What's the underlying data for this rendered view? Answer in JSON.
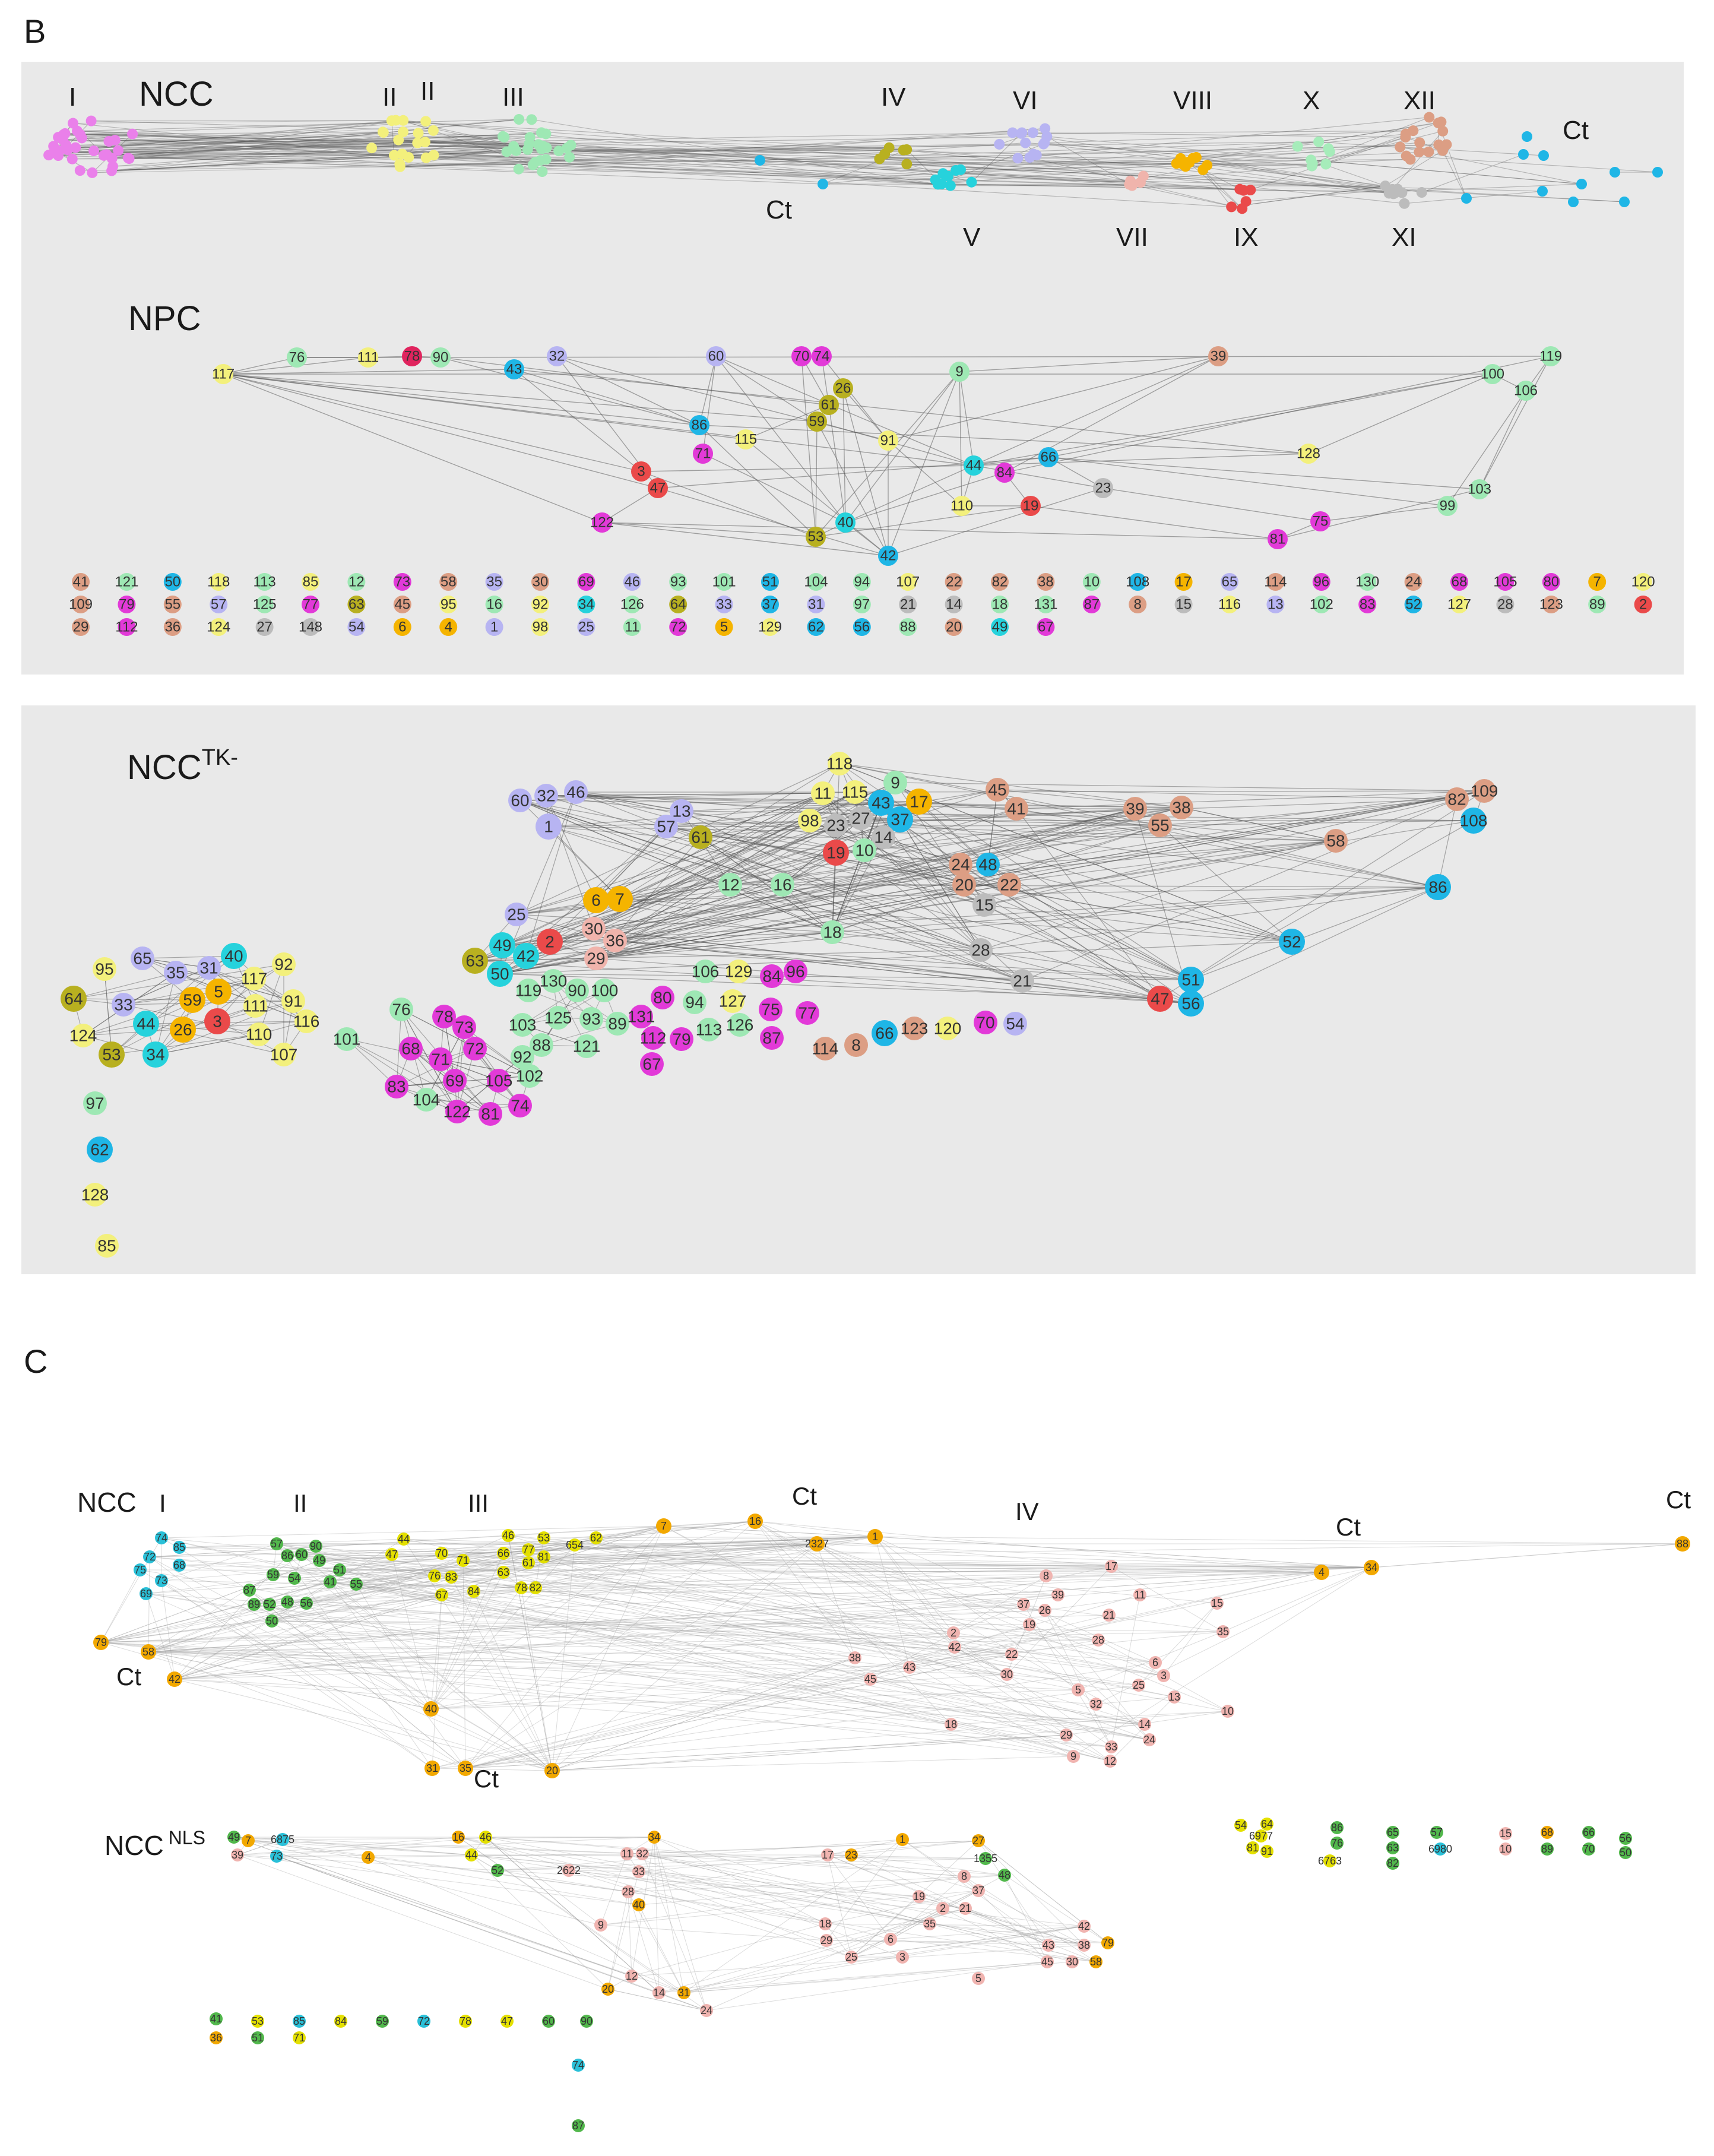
{
  "panels": {
    "B": {
      "label": "B",
      "ncc": {
        "title": "NCC",
        "clusters": [
          "I",
          "II",
          "II",
          "III",
          "Ct",
          "IV",
          "V",
          "VI",
          "VII",
          "VIII",
          "IX",
          "X",
          "XI",
          "XII",
          "Ct"
        ]
      },
      "npc": {
        "title": "NPC",
        "nodes": [
          "117",
          "76",
          "111",
          "78",
          "90",
          "43",
          "32",
          "60",
          "70",
          "74",
          "39",
          "9",
          "100",
          "119",
          "106",
          "26",
          "61",
          "59",
          "86",
          "71",
          "115",
          "91",
          "128",
          "3",
          "47",
          "44",
          "84",
          "66",
          "23",
          "103",
          "99",
          "122",
          "53",
          "40",
          "42",
          "110",
          "19",
          "81",
          "75"
        ],
        "isolated_rows": [
          [
            "41",
            "121",
            "50",
            "118",
            "113",
            "85",
            "12",
            "73",
            "58",
            "35",
            "30",
            "69",
            "46",
            "93",
            "101",
            "51",
            "104",
            "94",
            "107",
            "22",
            "82",
            "38",
            "10",
            "108",
            "17",
            "65",
            "114",
            "96",
            "130",
            "24",
            "68",
            "105",
            "80",
            "7",
            "120"
          ],
          [
            "109",
            "79",
            "55",
            "57",
            "125",
            "77",
            "63",
            "45",
            "95",
            "16",
            "92",
            "34",
            "126",
            "64",
            "33",
            "37",
            "31",
            "97",
            "21",
            "14",
            "18",
            "131",
            "87",
            "8",
            "15",
            "116",
            "13",
            "102",
            "83",
            "52",
            "127",
            "28",
            "123",
            "89",
            "2"
          ],
          [
            "29",
            "112",
            "36",
            "124",
            "27",
            "148",
            "54",
            "6",
            "4",
            "1",
            "98",
            "25",
            "11",
            "72",
            "5",
            "129",
            "62",
            "56",
            "88",
            "20",
            "49",
            "67"
          ]
        ]
      },
      "ncctk": {
        "title": "NCC",
        "superscript": "TK-",
        "nodes": [
          "118",
          "9",
          "11",
          "115",
          "17",
          "43",
          "37",
          "60",
          "32",
          "46",
          "1",
          "13",
          "57",
          "61",
          "98",
          "23",
          "27",
          "14",
          "45",
          "41",
          "39",
          "38",
          "55",
          "82",
          "109",
          "108",
          "58",
          "19",
          "10",
          "24",
          "48",
          "20",
          "22",
          "15",
          "12",
          "16",
          "86",
          "6",
          "7",
          "25",
          "18",
          "30",
          "36",
          "29",
          "63",
          "49",
          "42",
          "2",
          "50",
          "28",
          "52",
          "21",
          "51",
          "56",
          "47",
          "95",
          "65",
          "35",
          "31",
          "40",
          "92",
          "64",
          "33",
          "117",
          "5",
          "59",
          "111",
          "91",
          "124",
          "44",
          "26",
          "3",
          "110",
          "116",
          "53",
          "34",
          "107",
          "101",
          "76",
          "78",
          "73",
          "68",
          "72",
          "71",
          "69",
          "83",
          "104",
          "122",
          "81",
          "74",
          "105",
          "102",
          "92",
          "119",
          "130",
          "90",
          "100",
          "103",
          "125",
          "93",
          "89",
          "88",
          "121",
          "106",
          "129",
          "84",
          "96",
          "80",
          "94",
          "127",
          "131",
          "112",
          "79",
          "126",
          "113",
          "75",
          "77",
          "67",
          "87",
          "114",
          "8",
          "66",
          "123",
          "120",
          "70",
          "54",
          "97",
          "62",
          "128",
          "85"
        ]
      }
    },
    "C": {
      "label": "C",
      "ncc": {
        "title": "NCC",
        "clusters": [
          "I",
          "II",
          "III",
          "Ct",
          "IV",
          "Ct",
          "Ct",
          "Ct",
          "Ct"
        ],
        "nodes": [
          "74",
          "85",
          "72",
          "68",
          "75",
          "73",
          "69",
          "57",
          "86",
          "60",
          "90",
          "59",
          "54",
          "49",
          "51",
          "41",
          "55",
          "87",
          "89",
          "52",
          "48",
          "56",
          "50",
          "44",
          "47",
          "70",
          "71",
          "76",
          "83",
          "67",
          "84",
          "46",
          "53",
          "66",
          "77",
          "61",
          "81",
          "654",
          "62",
          "63",
          "78",
          "82",
          "7",
          "16",
          "2327",
          "1",
          "4",
          "34",
          "88",
          "79",
          "58",
          "42",
          "40",
          "31",
          "35",
          "20",
          "8",
          "17",
          "39",
          "37",
          "26",
          "19",
          "21",
          "11",
          "15",
          "2",
          "42",
          "28",
          "35",
          "38",
          "45",
          "43",
          "22",
          "30",
          "6",
          "3",
          "5",
          "32",
          "25",
          "13",
          "18",
          "29",
          "9",
          "33",
          "12",
          "14",
          "24",
          "10"
        ]
      },
      "nccnls": {
        "title": "NCC",
        "superscript": "NLS",
        "nodes": [
          "49",
          "7",
          "39",
          "6875",
          "73",
          "4",
          "16",
          "46",
          "44",
          "52",
          "2622",
          "11",
          "32",
          "33",
          "28",
          "40",
          "34",
          "9",
          "12",
          "20",
          "14",
          "31",
          "24",
          "17",
          "23",
          "1",
          "27",
          "1355",
          "48",
          "8",
          "37",
          "19",
          "21",
          "2",
          "35",
          "6",
          "18",
          "29",
          "25",
          "3",
          "5",
          "42",
          "38",
          "79",
          "43",
          "45",
          "30",
          "58"
        ],
        "isolated_right": [
          "54",
          "64",
          "6977",
          "81",
          "91",
          "86",
          "76",
          "6763",
          "65",
          "63",
          "82",
          "57",
          "6980",
          "15",
          "10",
          "68",
          "89",
          "66",
          "70",
          "56",
          "50"
        ],
        "isolated_bottom": [
          "41",
          "53",
          "85",
          "84",
          "59",
          "72",
          "78",
          "47",
          "60",
          "90",
          "36",
          "51",
          "71",
          "74",
          "87"
        ]
      }
    }
  },
  "colors": {
    "panel_bg": "#e9e9e9",
    "edge": "#555555",
    "I_pink": "#ea80ea",
    "yellow": "#f3f07c",
    "green": "#9ee8b4",
    "blue": "#1fb6e6",
    "olive": "#b8b020",
    "cyan": "#26d2dc",
    "lavender": "#b7b4f2",
    "salmon": "#f0b4ac",
    "orange": "#f5b400",
    "red": "#ea4a4a",
    "seafoam": "#a6ecba",
    "tan": "#dc9e84",
    "gray": "#bcbcbc",
    "magenta": "#e23ad8",
    "c_blue": "#2ac0d8",
    "c_green": "#52b84c",
    "c_yellow": "#e4e000",
    "c_orange": "#f2a800",
    "c_pink": "#f0b4b0"
  }
}
